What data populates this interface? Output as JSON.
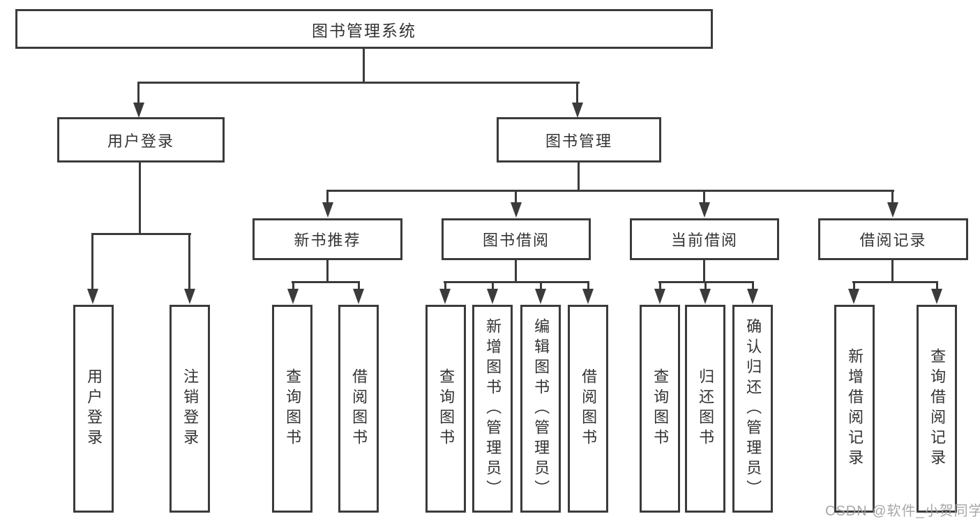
{
  "diagram": {
    "colors": {
      "line": "#3b3b3b",
      "text": "#333333",
      "background": "#ffffff",
      "watermark_color": "#9e9e9e"
    },
    "watermark": "CSDN @软件_小贺同学",
    "root": {
      "label": "图书管理系统"
    },
    "branches": [
      {
        "label": "用户登录",
        "children": [
          {
            "label": "用户登录"
          },
          {
            "label": "注销登录"
          }
        ]
      },
      {
        "label": "图书管理",
        "children": [
          {
            "label": "新书推荐",
            "children": [
              {
                "label": "查询图书"
              },
              {
                "label": "借阅图书"
              }
            ]
          },
          {
            "label": "图书借阅",
            "children": [
              {
                "label": "查询图书"
              },
              {
                "label": "新增图书（管理员）"
              },
              {
                "label": "编辑图书（管理员）"
              },
              {
                "label": "借阅图书"
              }
            ]
          },
          {
            "label": "当前借阅",
            "children": [
              {
                "label": "查询图书"
              },
              {
                "label": "归还图书"
              },
              {
                "label": "确认归还（管理员）"
              }
            ]
          },
          {
            "label": "借阅记录",
            "children": [
              {
                "label": "新增借阅记录"
              },
              {
                "label": "查询借阅记录"
              }
            ]
          }
        ]
      }
    ]
  }
}
